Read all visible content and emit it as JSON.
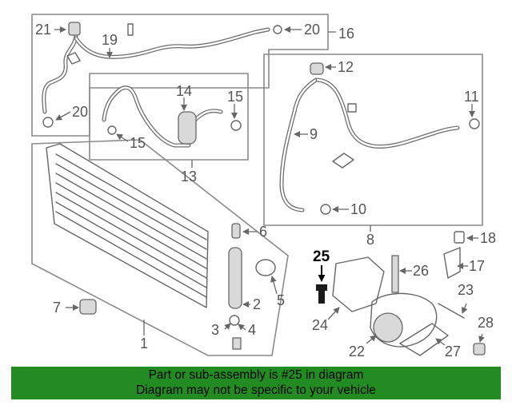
{
  "callouts": {
    "c1": "1",
    "c2": "2",
    "c3": "3",
    "c4": "4",
    "c5": "5",
    "c6": "6",
    "c7": "7",
    "c8": "8",
    "c9": "9",
    "c10": "10",
    "c11": "11",
    "c12": "12",
    "c13": "13",
    "c14": "14",
    "c15a": "15",
    "c15b": "15",
    "c16": "16",
    "c17": "17",
    "c18": "18",
    "c19": "19",
    "c20a": "20",
    "c20b": "20",
    "c21": "21",
    "c22": "22",
    "c23": "23",
    "c24": "24",
    "c25": "25",
    "c26": "26",
    "c27": "27",
    "c28": "28"
  },
  "highlighted_part": "25",
  "banner": {
    "line1": "Part or sub-assembly is #25 in diagram",
    "line2": "Diagram may not be specific to your vehicle"
  },
  "colors": {
    "banner_bg": "#228b22",
    "line_art": "#666666",
    "highlight_text": "#000000"
  }
}
